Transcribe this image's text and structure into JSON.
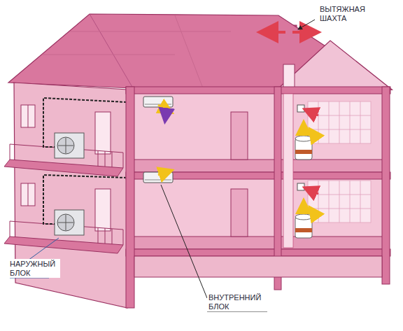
{
  "diagram": {
    "labels": [
      "ВЫТЯЖНАЯ ШАХТА",
      "НАРУЖНЫЙ БЛОК",
      "ВНУТРЕННИЙ БЛОК"
    ]
  }
}
